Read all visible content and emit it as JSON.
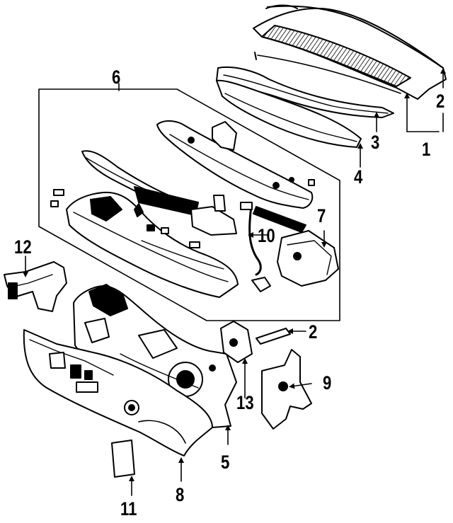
{
  "diagram": {
    "line_color": "#000000",
    "background": "#ffffff",
    "callouts": [
      {
        "id": "c1",
        "text": "1"
      },
      {
        "id": "c2a",
        "text": "2"
      },
      {
        "id": "c2b",
        "text": "2"
      },
      {
        "id": "c3",
        "text": "3"
      },
      {
        "id": "c4",
        "text": "4"
      },
      {
        "id": "c5",
        "text": "5"
      },
      {
        "id": "c6",
        "text": "6"
      },
      {
        "id": "c7",
        "text": "7"
      },
      {
        "id": "c8",
        "text": "8"
      },
      {
        "id": "c9",
        "text": "9"
      },
      {
        "id": "c10",
        "text": "10"
      },
      {
        "id": "c11",
        "text": "11"
      },
      {
        "id": "c12",
        "text": "12"
      },
      {
        "id": "c13",
        "text": "13"
      }
    ]
  }
}
